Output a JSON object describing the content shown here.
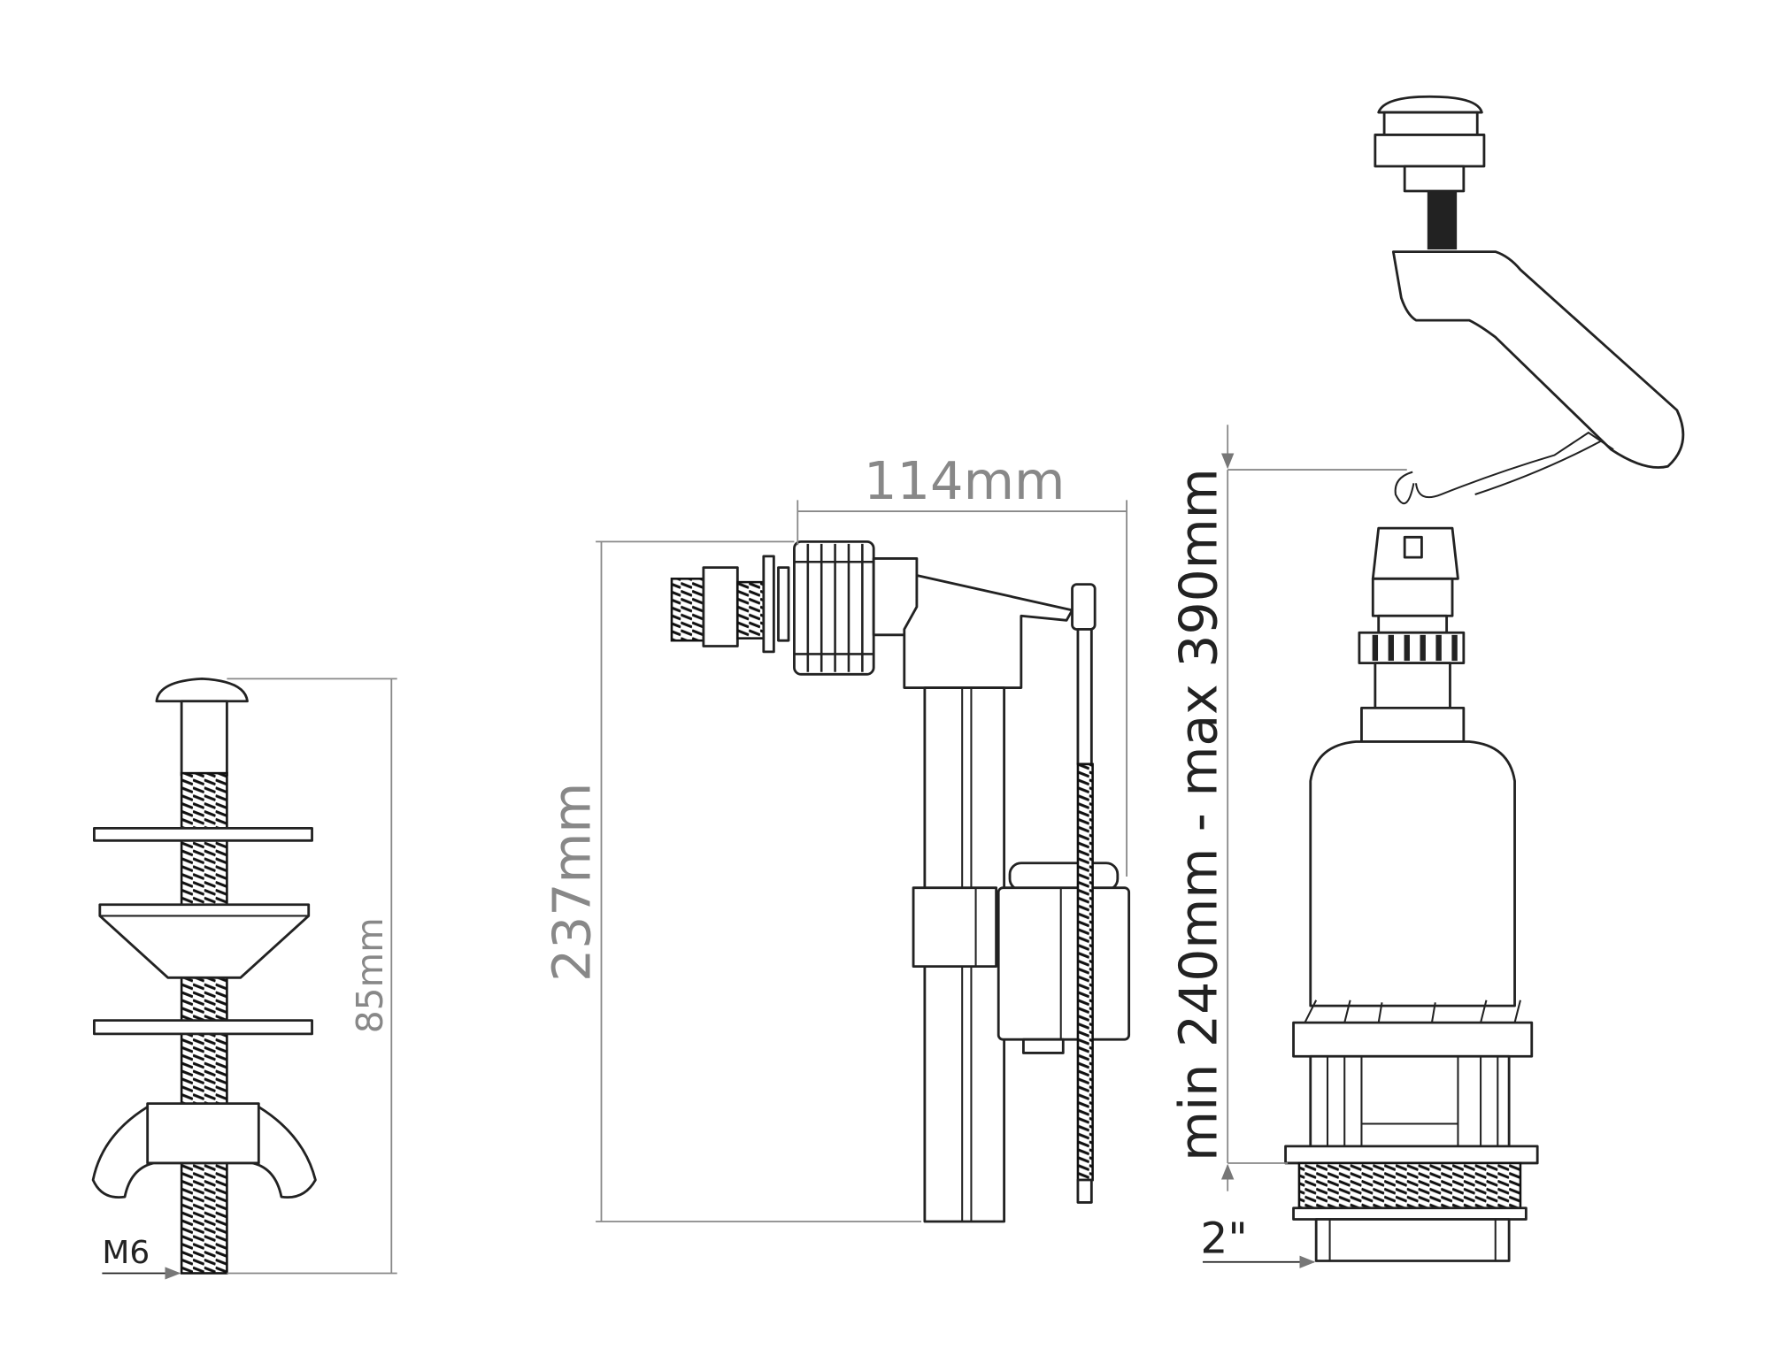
{
  "toilet_bolt": {
    "height_label": "85mm",
    "thread_label": "M6"
  },
  "fill_valve": {
    "height_label": "237mm",
    "width_label": "114mm"
  },
  "flush_valve": {
    "height_label": "min 240mm - max 390mm",
    "outlet_label": "2\""
  }
}
